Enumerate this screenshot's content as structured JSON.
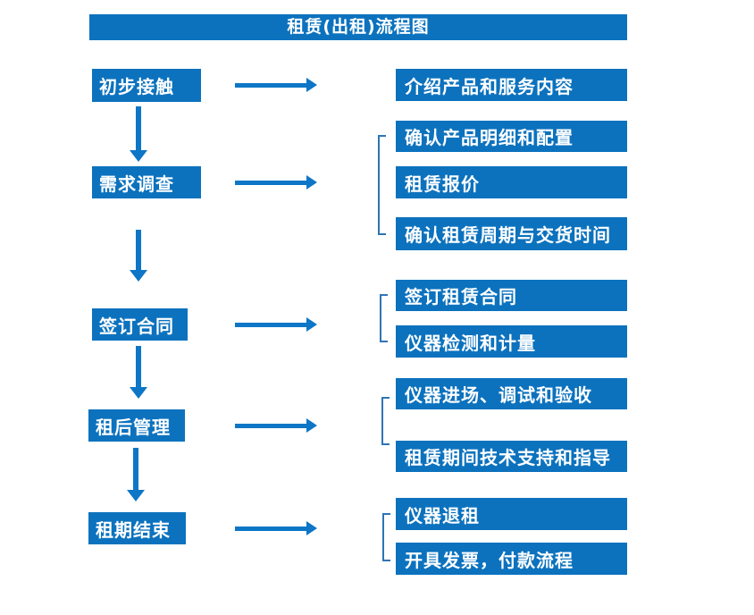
{
  "title": "租赁(出租)流程图",
  "colors": {
    "box_fill": "#0c72be",
    "arrow": "#0d76c6",
    "bracket": "#2e74b5",
    "text": "#ffffff",
    "background": "#ffffff"
  },
  "chart_data": {
    "type": "flowchart",
    "title": "租赁(出租)流程图",
    "direction": "top-to-bottom with right-side detail branches",
    "steps": [
      {
        "label": "初步接触",
        "outputs": [
          "介绍产品和服务内容"
        ]
      },
      {
        "label": "需求调查",
        "outputs": [
          "确认产品明细和配置",
          "租赁报价",
          "确认租赁周期与交货时间"
        ]
      },
      {
        "label": "签订合同",
        "outputs": [
          "签订租赁合同",
          "仪器检测和计量"
        ]
      },
      {
        "label": "租后管理",
        "outputs": [
          "仪器进场、调试和验收",
          "租赁期间技术支持和指导"
        ]
      },
      {
        "label": "租期结束",
        "outputs": [
          "仪器退租",
          "开具发票，付款流程"
        ]
      }
    ]
  },
  "steps": [
    {
      "label": "初步接触",
      "outputs": [
        "介绍产品和服务内容"
      ]
    },
    {
      "label": "需求调查",
      "outputs": [
        "确认产品明细和配置",
        "租赁报价",
        "确认租赁周期与交货时间"
      ]
    },
    {
      "label": "签订合同",
      "outputs": [
        "签订租赁合同",
        "仪器检测和计量"
      ]
    },
    {
      "label": "租后管理",
      "outputs": [
        "仪器进场、调试和验收",
        "租赁期间技术支持和指导"
      ]
    },
    {
      "label": "租期结束",
      "outputs": [
        "仪器退租",
        "开具发票，付款流程"
      ]
    }
  ]
}
